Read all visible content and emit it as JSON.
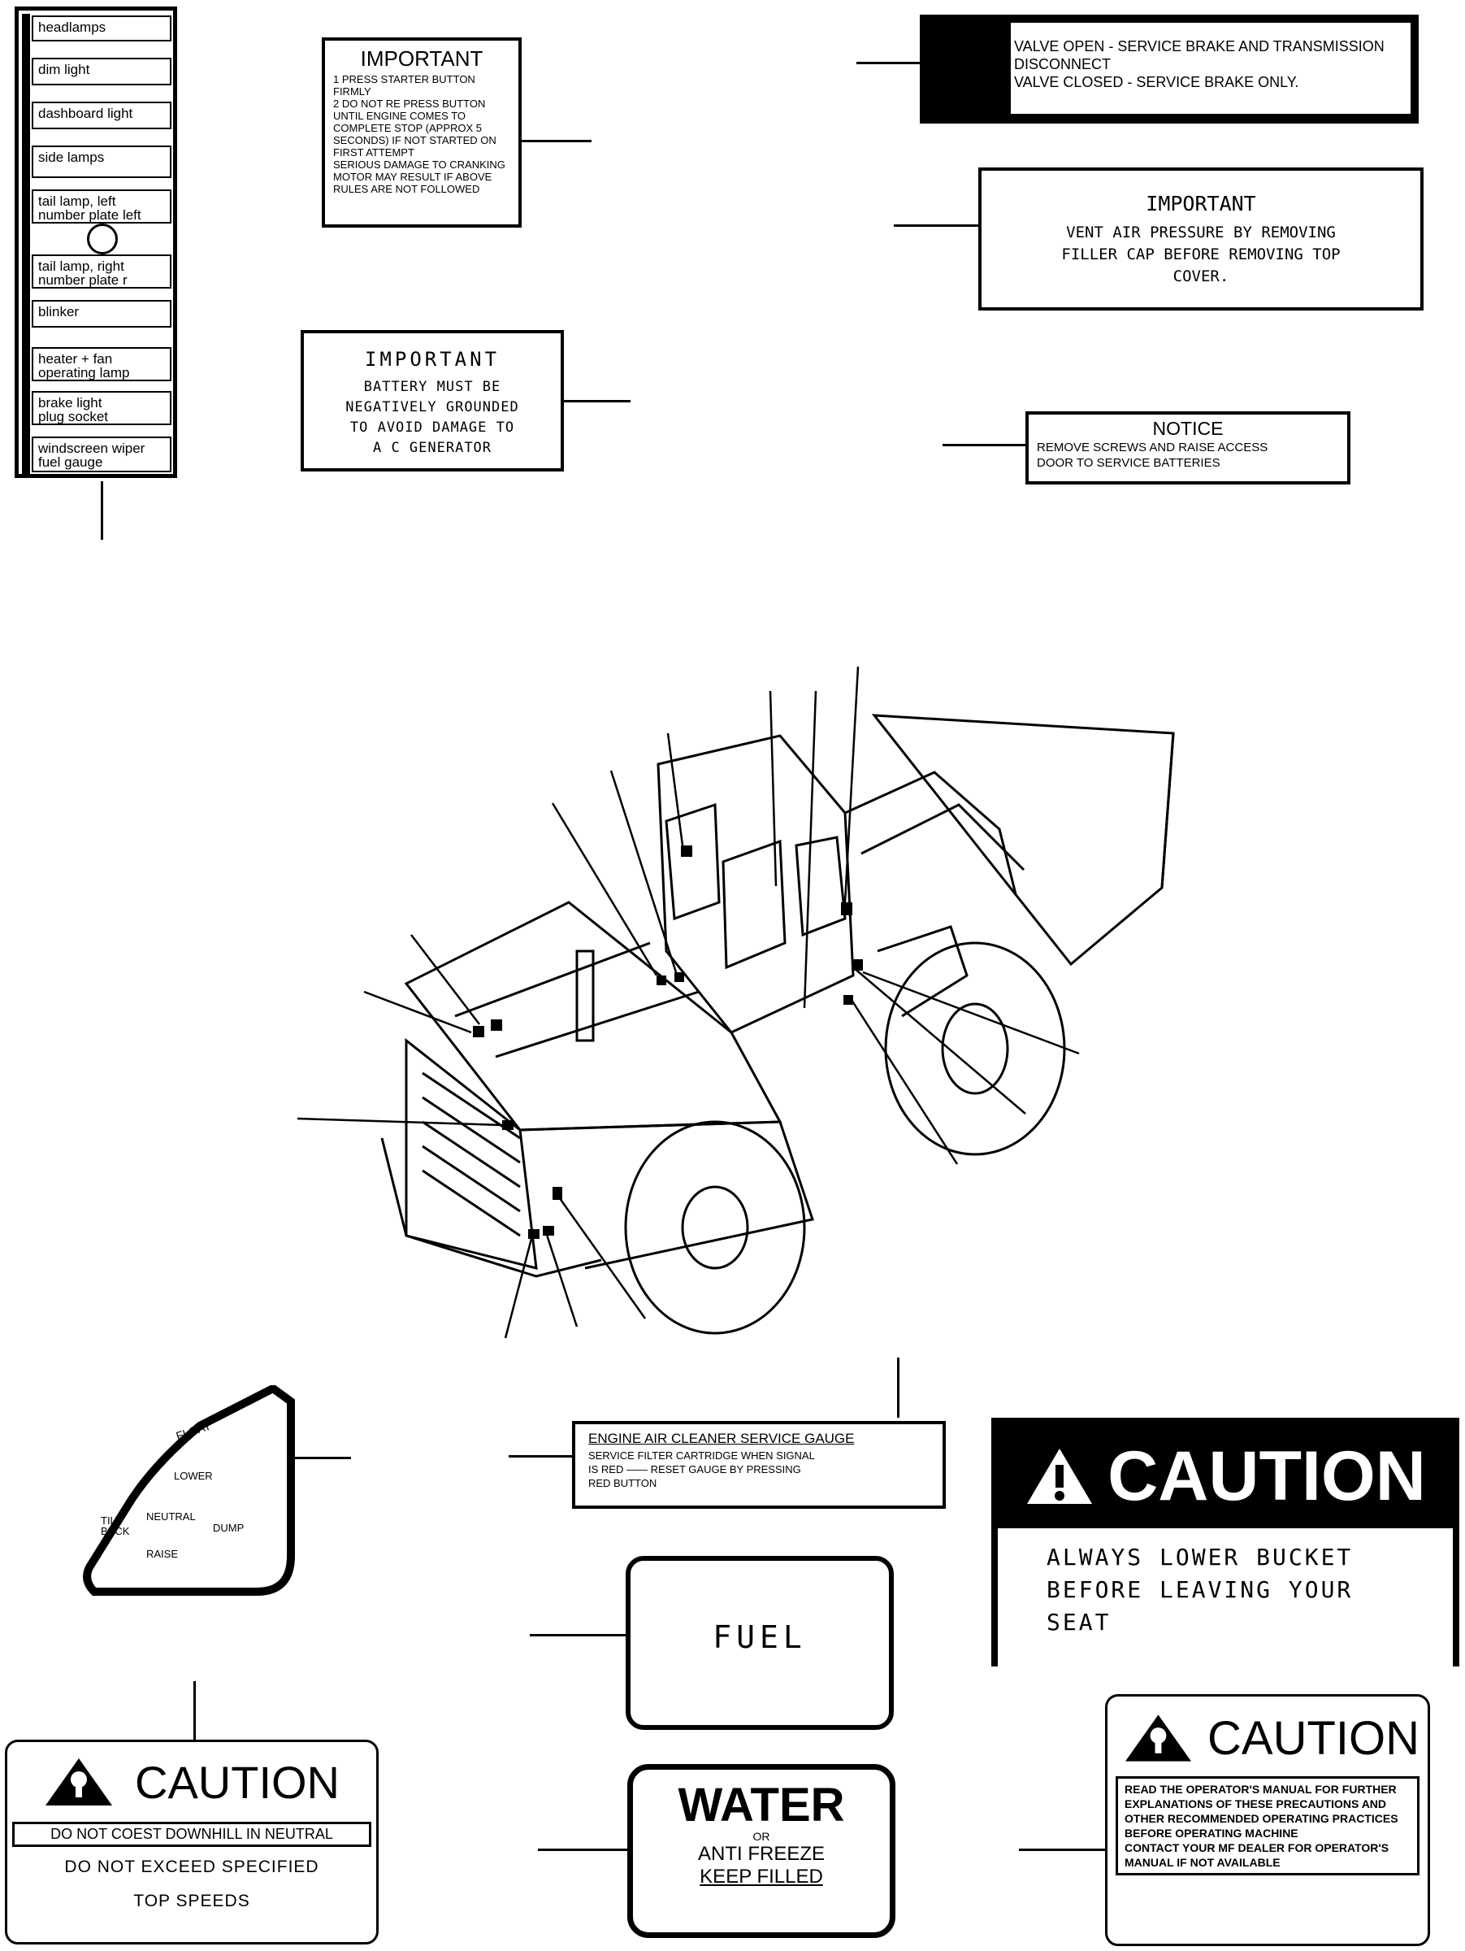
{
  "switch_panel": {
    "items": [
      "headlamps",
      "dim light",
      "dashboard light",
      "side lamps",
      "tail lamp, left\nnumber plate left",
      "tail lamp, right\nnumber plate r",
      "blinker",
      "heater + fan\noperating lamp",
      "brake light\nplug socket",
      "windscreen wiper\nfuel gauge"
    ]
  },
  "decal_starter": {
    "title": "IMPORTANT",
    "body": "1 PRESS STARTER BUTTON FIRMLY\n2 DO NOT RE PRESS BUTTON UNTIL ENGINE COMES TO COMPLETE STOP (APPROX 5 SECONDS) IF NOT STARTED ON FIRST ATTEMPT\nSERIOUS DAMAGE TO CRANKING MOTOR MAY RESULT IF ABOVE RULES ARE NOT FOLLOWED"
  },
  "decal_battery": {
    "title": "IMPORTANT",
    "body": "BATTERY MUST BE\nNEGATIVELY GROUNDED\nTO AVOID DAMAGE TO\nA C GENERATOR"
  },
  "decal_valve": {
    "line1": "VALVE OPEN  - SERVICE BRAKE AND TRANSMISSION\nDISCONNECT",
    "line2": "VALVE CLOSED - SERVICE BRAKE ONLY."
  },
  "decal_vent": {
    "title": "IMPORTANT",
    "body": "VENT AIR PRESSURE BY REMOVING\nFILLER CAP   BEFORE REMOVING TOP\nCOVER."
  },
  "decal_notice": {
    "title": "NOTICE",
    "body": "REMOVE SCREWS AND RAISE ACCESS\nDOOR TO SERVICE BATTERIES"
  },
  "decal_lever": {
    "float": "FLOAT",
    "lower": "LOWER",
    "tilt_back": "TILT\nBACK",
    "neutral": "NEUTRAL",
    "dump": "DUMP",
    "raise": "RAISE"
  },
  "decal_air_cleaner": {
    "title": "ENGINE AIR CLEANER SERVICE GAUGE",
    "body": "SERVICE FILTER CARTRIDGE WHEN SIGNAL\nIS RED —— RESET GAUGE BY PRESSING\nRED BUTTON"
  },
  "decal_fuel": {
    "label": "FUEL"
  },
  "decal_water": {
    "title": "WATER",
    "or": "OR",
    "antifreeze": "ANTI FREEZE",
    "keep": "KEEP FILLED"
  },
  "caution_bucket": {
    "heading": "CAUTION",
    "body": "ALWAYS LOWER BUCKET\nBEFORE LEAVING YOUR\nSEAT"
  },
  "caution_coast": {
    "heading": "CAUTION",
    "line1": "DO NOT COEST DOWNHILL IN NEUTRAL",
    "line2": "DO NOT EXCEED SPECIFIED\nTOP SPEEDS"
  },
  "caution_manual": {
    "heading": "CAUTION",
    "body": "READ THE OPERATOR'S MANUAL FOR FURTHER EXPLANATIONS OF THESE PRECAUTIONS AND OTHER RECOMMENDED OPERATING PRACTICES BEFORE OPERATING MACHINE\nCONTACT YOUR MF DEALER FOR OPERATOR'S MANUAL IF NOT AVAILABLE"
  }
}
